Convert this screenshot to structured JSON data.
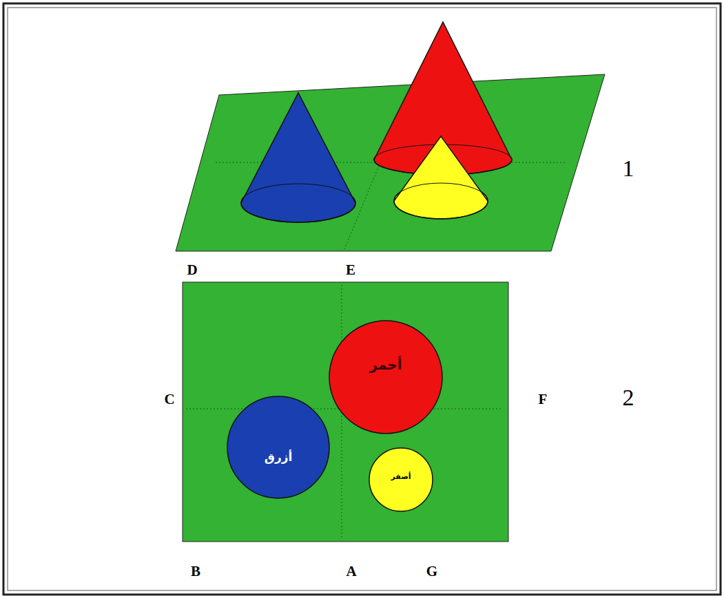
{
  "diagram": {
    "nodes": [
      {
        "text": [
          "أحمر"
        ]
      },
      {
        "text": [
          "أزرق"
        ]
      },
      {
        "text": [
          "أصفر"
        ]
      }
    ],
    "labels": [
      "1",
      "D",
      "E",
      "C",
      "F",
      "2",
      "B",
      "A",
      "G"
    ]
  }
}
